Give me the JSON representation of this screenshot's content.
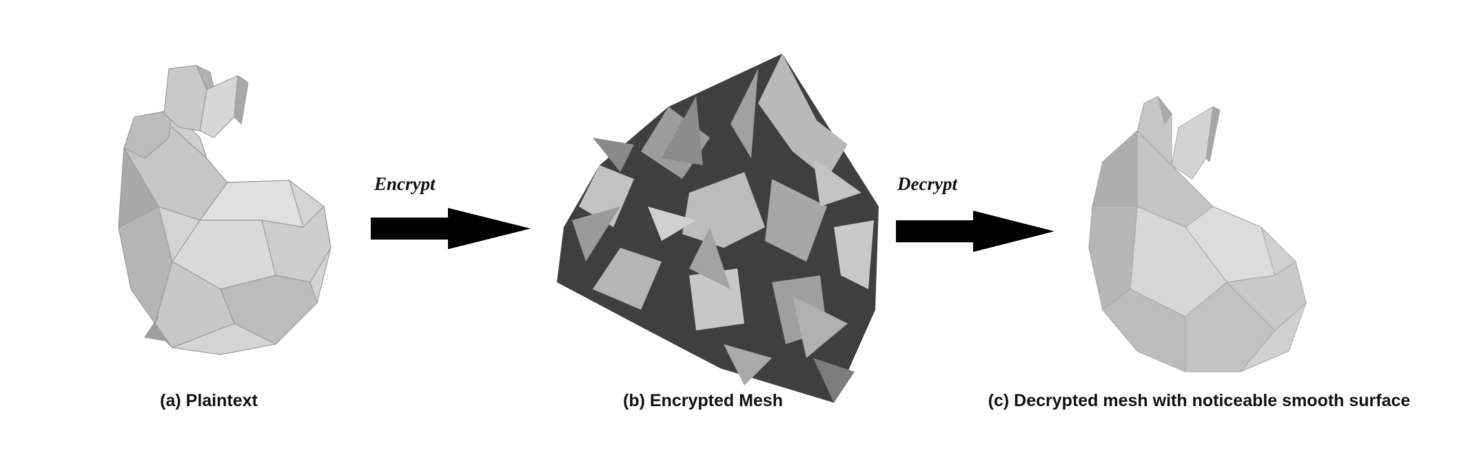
{
  "figure": {
    "panels": [
      {
        "id": "a",
        "caption": "(a) Plaintext",
        "mesh": "stanford-bunny-low-poly"
      },
      {
        "id": "b",
        "caption": "(b) Encrypted Mesh",
        "mesh": "encrypted-spiky-cube"
      },
      {
        "id": "c",
        "caption": "(c) Decrypted mesh with noticeable smooth surface",
        "mesh": "smoothed-bunny"
      }
    ],
    "arrows": [
      {
        "label": "Encrypt",
        "from": "a",
        "to": "b"
      },
      {
        "label": "Decrypt",
        "from": "b",
        "to": "c"
      }
    ],
    "colors": {
      "mesh_light": "#d6d6d6",
      "mesh_mid": "#b8b8b8",
      "mesh_dark": "#8f8f8f",
      "encrypted_dark": "#4a4a4a",
      "encrypted_light": "#bdbdbd",
      "arrow": "#000000"
    }
  }
}
